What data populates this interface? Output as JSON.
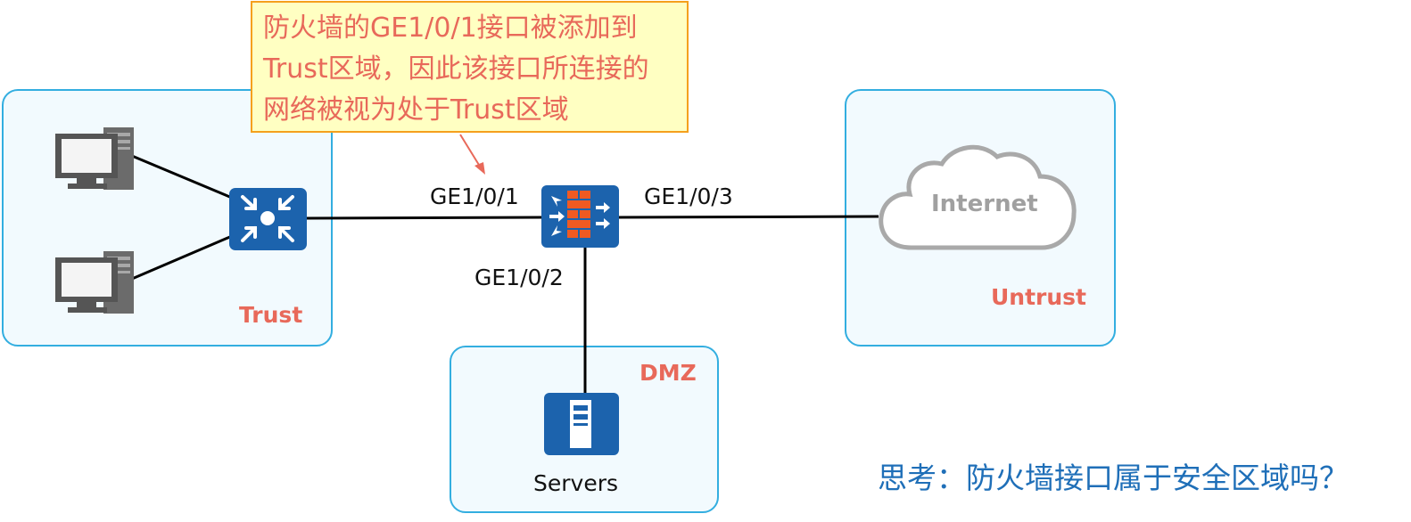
{
  "callout": {
    "lines": [
      "防火墙的GE1/0/1接口被添加到",
      "Trust区域，因此该接口所连接的",
      "网络被视为处于Trust区域"
    ]
  },
  "zones": {
    "trust": "Trust",
    "untrust": "Untrust",
    "dmz": "DMZ"
  },
  "ports": {
    "ge1": "GE1/0/1",
    "ge2": "GE1/0/2",
    "ge3": "GE1/0/3"
  },
  "devices": {
    "cloud": "Internet",
    "servers": "Servers"
  },
  "question": "思考：防火墙接口属于安全区域吗？",
  "colors": {
    "zone_fill": "#f2fafe",
    "zone_border": "#33aee0",
    "zone_label": "#e8695a",
    "device_blue": "#1c63ad",
    "firewall_orange": "#f05a22",
    "callout_fill": "#ffffc2",
    "callout_border": "#f5a01d",
    "question": "#1f6fb8"
  },
  "icons": [
    "pc-icon",
    "switch-icon",
    "firewall-icon",
    "server-icon",
    "cloud-icon"
  ]
}
